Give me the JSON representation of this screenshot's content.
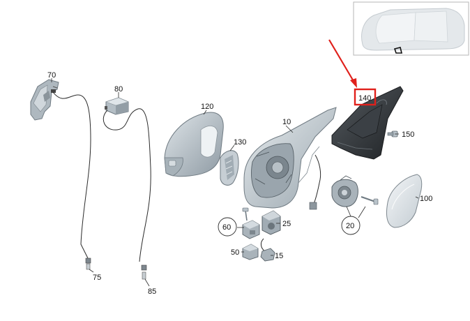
{
  "callouts": {
    "p70": "70",
    "p75": "75",
    "p80": "80",
    "p85": "85",
    "p120": "120",
    "p130": "130",
    "p10": "10",
    "p140": "140",
    "p150": "150",
    "p100": "100",
    "p20": "20",
    "p60": "60",
    "p25": "25",
    "p50": "50",
    "p15": "15"
  },
  "highlight": {
    "part": "140",
    "box_color": "#e0201b",
    "arrow_color": "#e0201b"
  },
  "colors": {
    "part_fill": "#b9c3ca",
    "part_light": "#dfe5e9",
    "part_dark": "#6f7a82",
    "black_part": "#2e3236",
    "line": "#2a2a2a",
    "car_fill": "#e4e8eb"
  },
  "icons": {
    "locator": "car-locator-icon"
  }
}
